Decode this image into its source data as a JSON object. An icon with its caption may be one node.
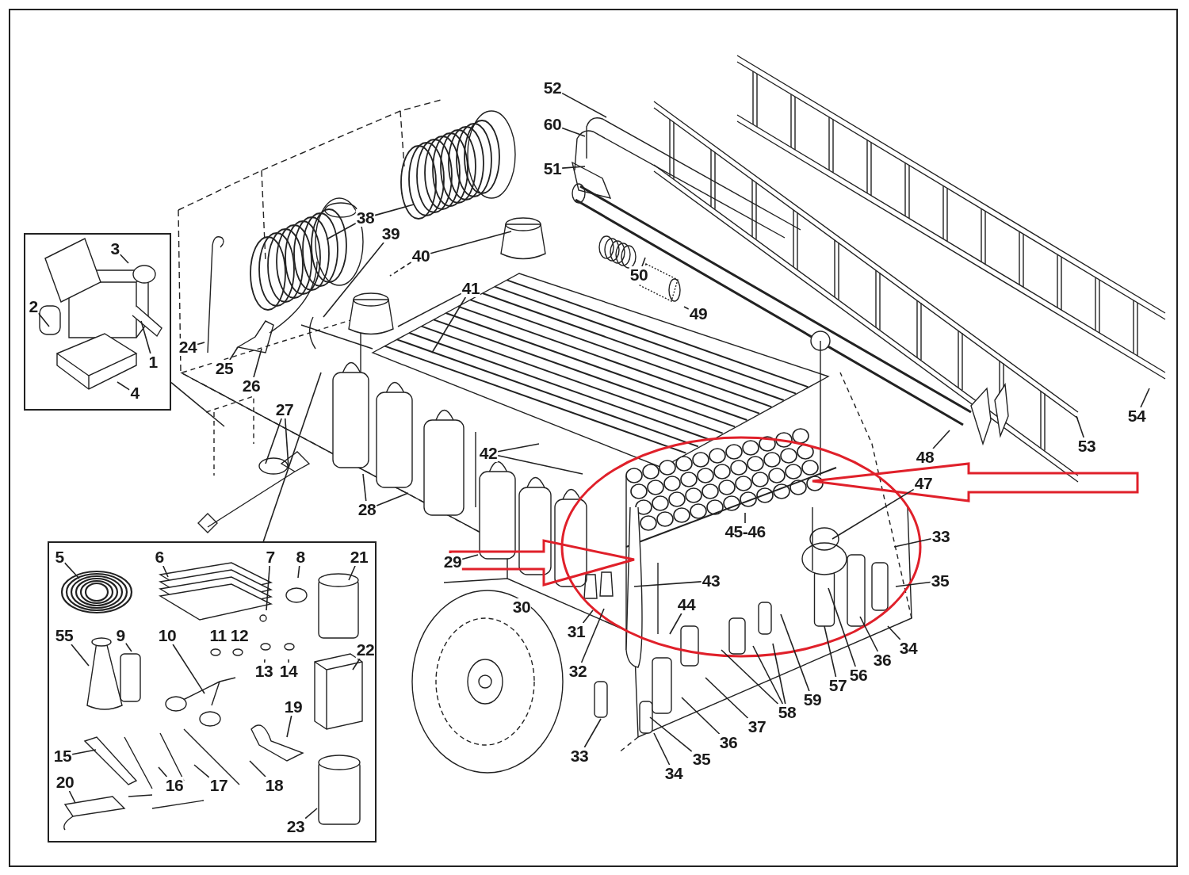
{
  "diagram": {
    "nodes": [
      {
        "text": [],
        "shape": "box"
      },
      {
        "text": [
          "3"
        ],
        "in": 0
      },
      {
        "text": [
          "2"
        ],
        "in": 0
      },
      {
        "text": [
          "1"
        ],
        "in": 0
      },
      {
        "text": [
          "4"
        ],
        "in": 0
      },
      {
        "text": [
          "52"
        ]
      },
      {
        "text": [
          "60"
        ]
      },
      {
        "text": [
          "51"
        ]
      },
      {
        "text": [
          "38"
        ]
      },
      {
        "text": [
          "39"
        ]
      },
      {
        "text": [
          "40"
        ]
      },
      {
        "text": [
          "50"
        ]
      },
      {
        "text": [
          "49"
        ]
      },
      {
        "text": [
          "24"
        ]
      },
      {
        "text": [
          "25"
        ]
      },
      {
        "text": [
          "26"
        ]
      },
      {
        "text": [
          "41"
        ]
      },
      {
        "text": [
          "27"
        ]
      },
      {
        "text": [
          "54"
        ]
      },
      {
        "text": [
          "53"
        ]
      },
      {
        "text": [
          "48"
        ]
      },
      {
        "text": [
          "42"
        ]
      },
      {
        "text": [
          "47"
        ]
      },
      {
        "text": [
          "28"
        ]
      },
      {
        "text": [
          "45-46"
        ]
      },
      {
        "text": [
          "33"
        ]
      },
      {
        "text": [
          "29"
        ]
      },
      {
        "text": [
          "35"
        ]
      },
      {
        "text": [
          "43"
        ]
      },
      {
        "text": [
          "44"
        ]
      },
      {
        "text": [
          "31"
        ]
      },
      {
        "text": [
          "32"
        ]
      },
      {
        "text": [
          "34"
        ]
      },
      {
        "text": [
          "36"
        ]
      },
      {
        "text": [
          "56"
        ]
      },
      {
        "text": [
          "57"
        ]
      },
      {
        "text": [
          "59"
        ]
      },
      {
        "text": [
          "58"
        ]
      },
      {
        "text": [
          "37"
        ]
      },
      {
        "text": [
          "36"
        ]
      },
      {
        "text": [
          "33"
        ]
      },
      {
        "text": [
          "35"
        ]
      },
      {
        "text": [
          "34"
        ]
      },
      {
        "text": [],
        "shape": "box"
      },
      {
        "text": [
          "5"
        ],
        "in": 43
      },
      {
        "text": [
          "6"
        ],
        "in": 43
      },
      {
        "text": [
          "7"
        ],
        "in": 43
      },
      {
        "text": [
          "8"
        ],
        "in": 43
      },
      {
        "text": [
          "21"
        ],
        "in": 43
      },
      {
        "text": [
          "55"
        ],
        "in": 43
      },
      {
        "text": [
          "9"
        ],
        "in": 43
      },
      {
        "text": [
          "10"
        ],
        "in": 43
      },
      {
        "text": [
          "13"
        ],
        "in": 43
      },
      {
        "text": [
          "14"
        ],
        "in": 43
      },
      {
        "text": [
          "22"
        ],
        "in": 43
      },
      {
        "text": [
          "19"
        ],
        "in": 43
      },
      {
        "text": [
          "15"
        ],
        "in": 43
      },
      {
        "text": [
          "20"
        ],
        "in": 43
      },
      {
        "text": [
          "16"
        ],
        "in": 43
      },
      {
        "text": [
          "17"
        ],
        "in": 43
      },
      {
        "text": [
          "18"
        ],
        "in": 43
      },
      {
        "text": [
          "23"
        ],
        "in": 43
      },
      {
        "text": [
          "11"
        ],
        "in": 43
      },
      {
        "text": [
          "12"
        ],
        "in": 43
      },
      {
        "text": [
          "30"
        ]
      }
    ],
    "edges": [
      {
        "from": 0,
        "to": null,
        "arrow": "none"
      },
      {
        "from": 1,
        "to": null,
        "arrow": "none"
      },
      {
        "from": 2,
        "to": null,
        "arrow": "none"
      },
      {
        "from": 3,
        "to": null,
        "arrow": "none"
      },
      {
        "from": 4,
        "to": null,
        "arrow": "none"
      },
      {
        "from": 5,
        "to": null,
        "arrow": "none"
      },
      {
        "from": 6,
        "to": null,
        "arrow": "none"
      },
      {
        "from": 7,
        "to": null,
        "arrow": "none"
      },
      {
        "from": 8,
        "to": null,
        "arrow": "none"
      },
      {
        "from": 8,
        "to": null,
        "arrow": "none"
      },
      {
        "from": 9,
        "to": null,
        "arrow": "none"
      },
      {
        "from": 10,
        "to": null,
        "arrow": "none"
      },
      {
        "from": 10,
        "to": null,
        "arrow": "none",
        "style": "dashed"
      },
      {
        "from": 11,
        "to": null,
        "arrow": "none"
      },
      {
        "from": 12,
        "to": null,
        "arrow": "none"
      },
      {
        "from": 13,
        "to": null,
        "arrow": "none"
      },
      {
        "from": 14,
        "to": null,
        "arrow": "none"
      },
      {
        "from": 15,
        "to": null,
        "arrow": "none"
      },
      {
        "from": 16,
        "to": null,
        "arrow": "none"
      },
      {
        "from": 16,
        "to": null,
        "arrow": "none"
      },
      {
        "from": 17,
        "to": null,
        "arrow": "none"
      },
      {
        "from": 17,
        "to": null,
        "arrow": "none"
      },
      {
        "from": 18,
        "to": null,
        "arrow": "none"
      },
      {
        "from": 19,
        "to": null,
        "arrow": "none"
      },
      {
        "from": 20,
        "to": null,
        "arrow": "none"
      },
      {
        "from": 21,
        "to": null,
        "arrow": "none"
      },
      {
        "from": 21,
        "to": null,
        "arrow": "none"
      },
      {
        "from": 22,
        "to": null,
        "arrow": "none"
      },
      {
        "from": 23,
        "to": null,
        "arrow": "none"
      },
      {
        "from": 23,
        "to": null,
        "arrow": "none"
      },
      {
        "from": 24,
        "to": null,
        "arrow": "none"
      },
      {
        "from": 25,
        "to": null,
        "arrow": "none"
      },
      {
        "from": 26,
        "to": null,
        "arrow": "none"
      },
      {
        "from": 27,
        "to": null,
        "arrow": "none"
      },
      {
        "from": 28,
        "to": null,
        "arrow": "none"
      },
      {
        "from": 29,
        "to": null,
        "arrow": "none"
      },
      {
        "from": 30,
        "to": null,
        "arrow": "none"
      },
      {
        "from": 31,
        "to": null,
        "arrow": "none"
      },
      {
        "from": 32,
        "to": null,
        "arrow": "none"
      },
      {
        "from": 33,
        "to": null,
        "arrow": "none"
      },
      {
        "from": 34,
        "to": null,
        "arrow": "none"
      },
      {
        "from": 35,
        "to": null,
        "arrow": "none"
      },
      {
        "from": 36,
        "to": null,
        "arrow": "none"
      },
      {
        "from": 37,
        "to": null,
        "arrow": "none"
      },
      {
        "from": 37,
        "to": null,
        "arrow": "none"
      },
      {
        "from": 37,
        "to": null,
        "arrow": "none"
      },
      {
        "from": 38,
        "to": null,
        "arrow": "none"
      },
      {
        "from": 39,
        "to": null,
        "arrow": "none"
      },
      {
        "from": 40,
        "to": null,
        "arrow": "none"
      },
      {
        "from": 41,
        "to": null,
        "arrow": "none"
      },
      {
        "from": 42,
        "to": null,
        "arrow": "none"
      },
      {
        "from": 43,
        "to": null,
        "arrow": "none"
      },
      {
        "from": 44,
        "to": null,
        "arrow": "none"
      },
      {
        "from": 45,
        "to": null,
        "arrow": "none"
      },
      {
        "from": 46,
        "to": null,
        "arrow": "none"
      },
      {
        "from": 47,
        "to": null,
        "arrow": "none"
      },
      {
        "from": 48,
        "to": null,
        "arrow": "none"
      },
      {
        "from": 49,
        "to": null,
        "arrow": "none"
      },
      {
        "from": 50,
        "to": null,
        "arrow": "none"
      },
      {
        "from": 51,
        "to": null,
        "arrow": "none"
      },
      {
        "from": 52,
        "to": null,
        "arrow": "none"
      },
      {
        "from": 53,
        "to": null,
        "arrow": "none"
      },
      {
        "from": 54,
        "to": null,
        "arrow": "none"
      },
      {
        "from": 55,
        "to": null,
        "arrow": "none"
      },
      {
        "from": 56,
        "to": null,
        "arrow": "none"
      },
      {
        "from": 57,
        "to": null,
        "arrow": "none"
      },
      {
        "from": 58,
        "to": null,
        "arrow": "none"
      },
      {
        "from": 59,
        "to": null,
        "arrow": "none"
      },
      {
        "from": 60,
        "to": null,
        "arrow": "none"
      },
      {
        "from": 61,
        "to": null,
        "arrow": "none"
      }
    ]
  }
}
